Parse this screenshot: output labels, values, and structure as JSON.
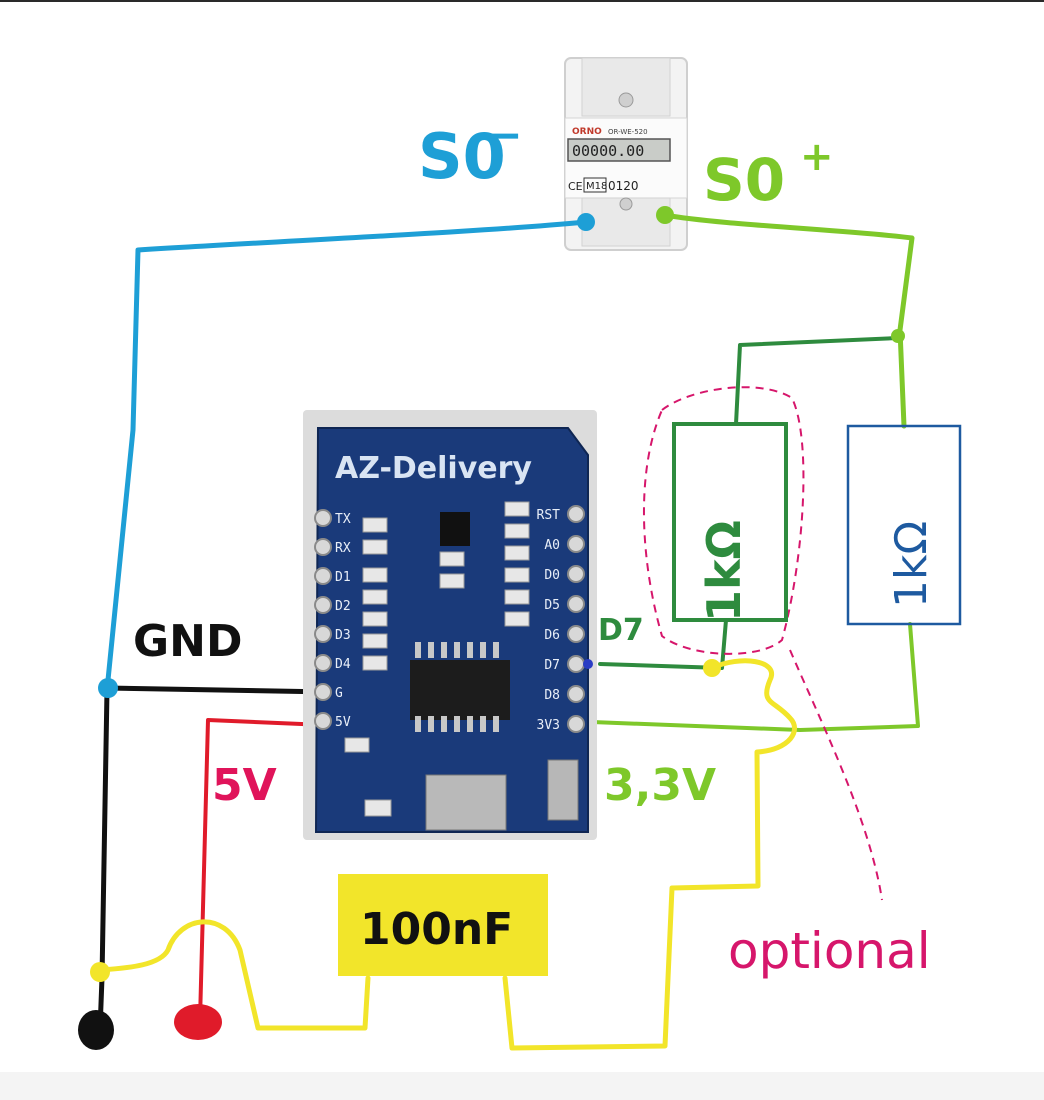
{
  "meter": {
    "brand": "ORNO",
    "model": "OR-WE-520",
    "display": "00000.00",
    "ce_mark": "CE",
    "m_mark": "M18",
    "notified_body": "0120"
  },
  "board": {
    "title": "AZ-Delivery",
    "left_pins": [
      "TX",
      "RX",
      "D1",
      "D2",
      "D3",
      "D4",
      "G",
      "5V"
    ],
    "right_pins": [
      "RST",
      "A0",
      "D0",
      "D5",
      "D6",
      "D7",
      "D8",
      "3V3"
    ]
  },
  "labels": {
    "s0_minus": "S0",
    "s0_minus_sign": "−",
    "s0_plus": "S0",
    "s0_plus_sign": "+",
    "gnd": "GND",
    "five_v": "5V",
    "three_three_v": "3,3V",
    "d7": "D7",
    "resistor_optional": "1kΩ",
    "resistor_pullup": "1kΩ",
    "capacitor": "100nF",
    "optional": "optional"
  },
  "colors": {
    "s0_minus_wire": "#1e9fd6",
    "s0_plus_wire": "#7ec82a",
    "d7_wire": "#2e8b3e",
    "gnd_wire": "#111111",
    "five_v_wire": "#e01b2a",
    "cap_wire": "#f2e52a",
    "optional_outline": "#d6166b",
    "board_pcb": "#1a3a7a",
    "resistor_pullup_outline": "#1e5aa0"
  }
}
